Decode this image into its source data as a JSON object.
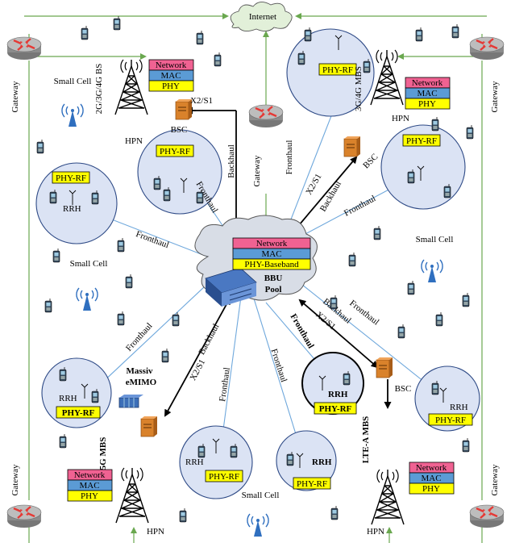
{
  "labels": {
    "internet": "Internet",
    "gateway": "Gateway",
    "small_cell": "Small Cell",
    "hpn": "HPN",
    "bsc": "BSC",
    "rrh": "RRH",
    "backhaul": "Backhaul",
    "fronthaul": "Fronthaul",
    "x2s1": "X2/S1",
    "bbu_pool_line1": "BBU",
    "bbu_pool_line2": "Pool",
    "massive_line1": "Massiv",
    "massive_line2": "eMIMO",
    "bs_2g3g4g": "2G/3G/4G BS",
    "mbs_3g4g": "3G/4G MBS",
    "mbs_5g": "5G MBS",
    "mbs_ltea": "LTE-A MBS"
  },
  "stacks": {
    "network": "Network",
    "mac": "MAC",
    "phy": "PHY",
    "phy_rf": "PHY-RF",
    "phy_baseband": "PHY-Baseband"
  },
  "colors": {
    "network": "#f06292",
    "mac": "#5b9bd5",
    "phy": "#ffff00",
    "cell_fill": "#dbe3f4",
    "cell_stroke": "#2e4a86",
    "fronthaul_line": "#6fa8dc",
    "gateway_line": "#6aa84f",
    "cloud_fill": "#d8dde6",
    "internet_fill": "#e2f0d9",
    "bsc": "#d9822b"
  }
}
